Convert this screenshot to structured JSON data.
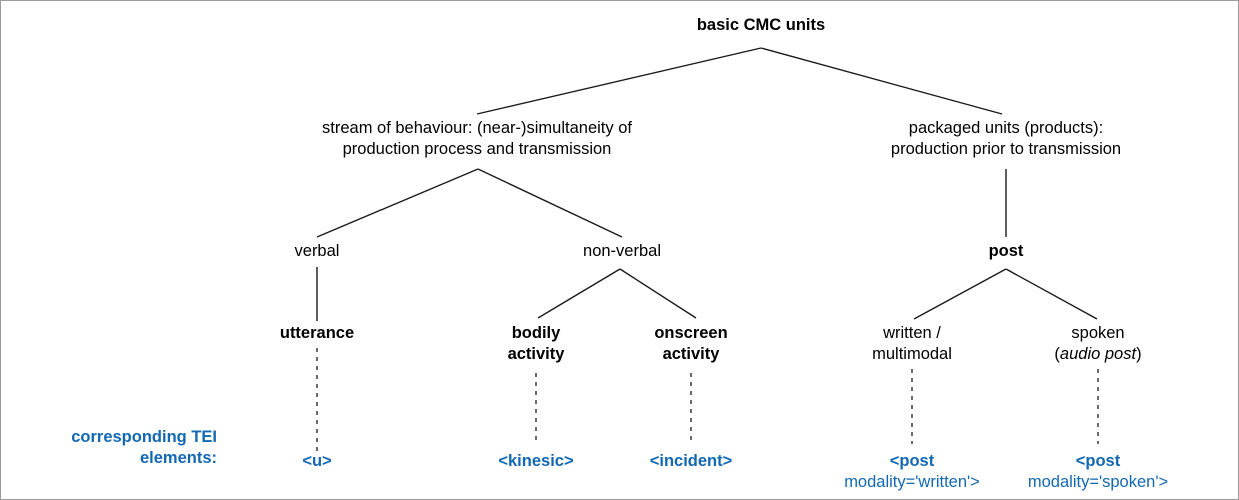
{
  "figure": {
    "title_node": "basic CMC units",
    "accent_color": "#1268b3",
    "text_color": "#000000",
    "background": "#ffffff",
    "border_color": "#9b9b9b"
  },
  "nodes": {
    "root": "basic CMC units",
    "stream": "stream of behaviour: (near-)simultaneity of\nproduction process and transmission",
    "packaged": "packaged units (products):\nproduction prior to transmission",
    "verbal": "verbal",
    "non_verbal": "non-verbal",
    "post": "post",
    "utterance": "utterance",
    "bodily_activity": "bodily\nactivity",
    "onscreen_activity": "onscreen\nactivity",
    "written_multimodal": "written /\nmultimodal",
    "spoken_line1": "spoken",
    "spoken_paren_open": "(",
    "spoken_italic": "audio post",
    "spoken_paren_close": ")"
  },
  "tei": {
    "legend_label": "corresponding TEI\nelements:",
    "utterance": "<u>",
    "kinesic": "<kinesic>",
    "incident": "<incident>",
    "post_written_tag": "<post",
    "post_written_attr": "modality='written'>",
    "post_spoken_tag": "<post",
    "post_spoken_attr": "modality='spoken'>"
  }
}
